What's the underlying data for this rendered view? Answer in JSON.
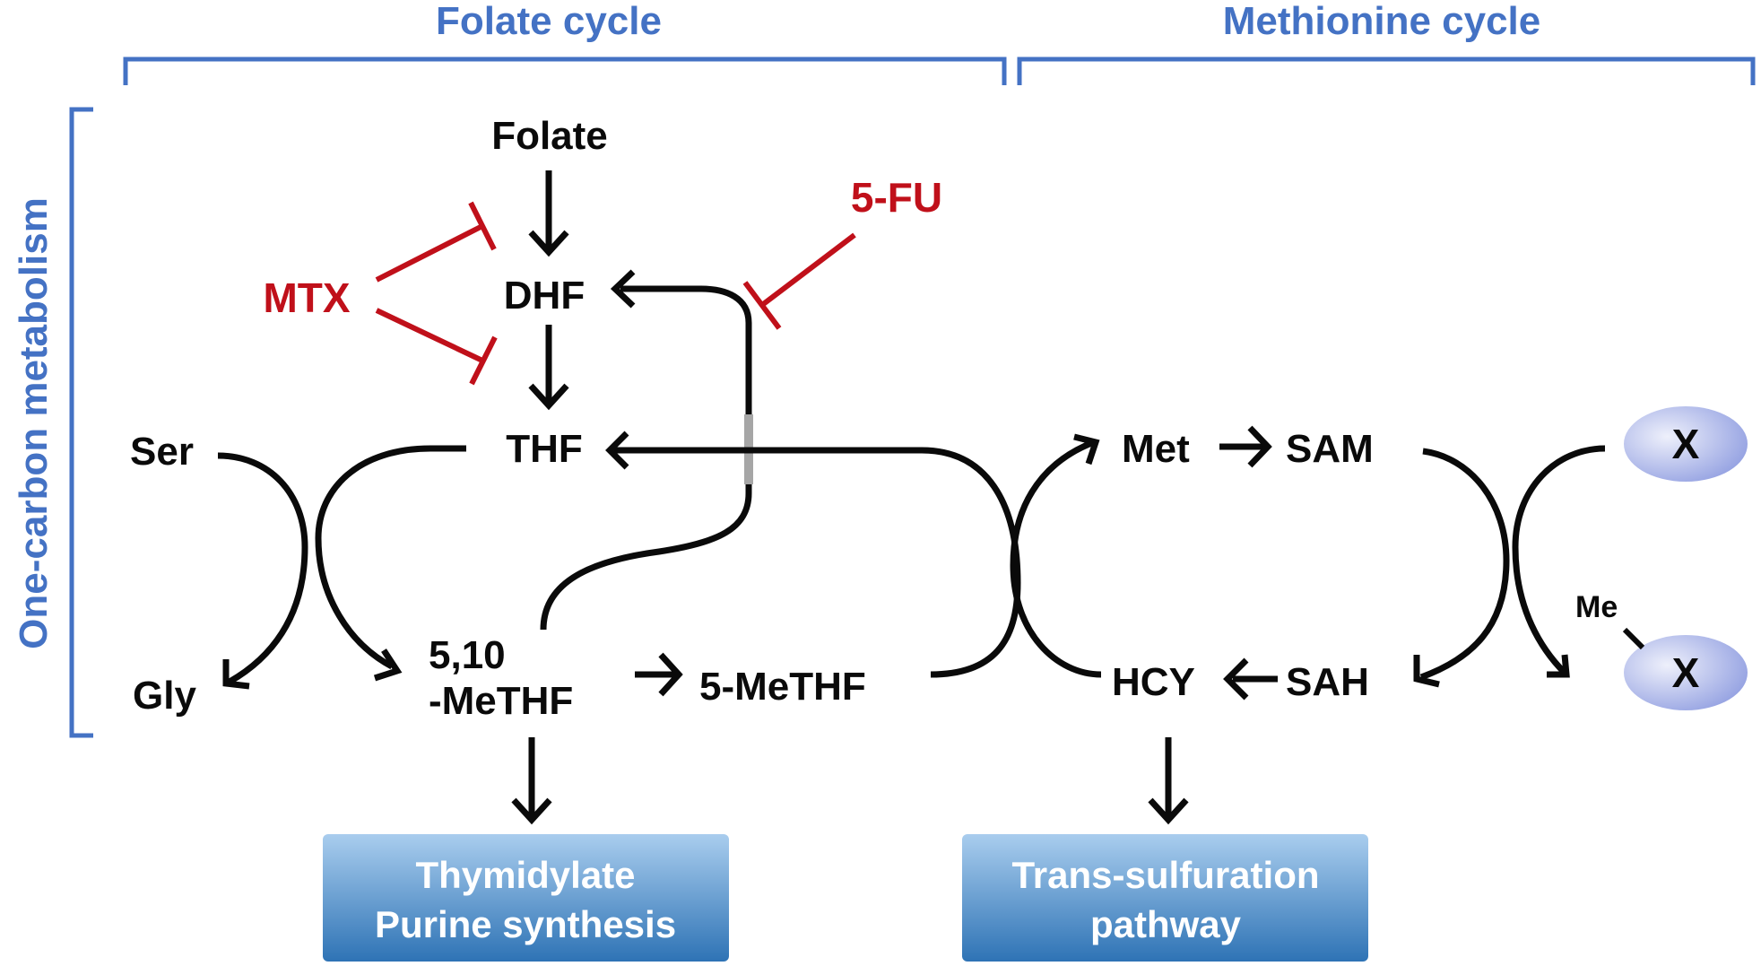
{
  "headers": {
    "folate_cycle": "Folate cycle",
    "methionine_cycle": "Methionine cycle",
    "one_carbon": "One-carbon metabolism"
  },
  "nodes": {
    "folate": "Folate",
    "dhf": "DHF",
    "thf": "THF",
    "ser": "Ser",
    "gly": "Gly",
    "methylene_thf_line1": "5,10",
    "methylene_thf_line2": "-MeTHF",
    "methyl_thf": "5-MeTHF",
    "met": "Met",
    "sam": "SAM",
    "sah": "SAH",
    "hcy": "HCY",
    "x_top": "X",
    "x_bottom": "X",
    "me": "Me"
  },
  "drugs": {
    "mtx": "MTX",
    "fu": "5-FU"
  },
  "outputs": {
    "thymidylate_line1": "Thymidylate",
    "thymidylate_line2": "Purine synthesis",
    "transsulfuration_line1": "Trans-sulfuration",
    "transsulfuration_line2": "pathway"
  },
  "colors": {
    "header_blue": "#4472c4",
    "inhibitor_red": "#c0101a",
    "node_black": "#0a0a0a",
    "box_gradient_top": "#9dc3e6",
    "box_gradient_bottom": "#2e75b6",
    "oval_light": "#eef0fb",
    "oval_dark": "#8e9ce0"
  }
}
